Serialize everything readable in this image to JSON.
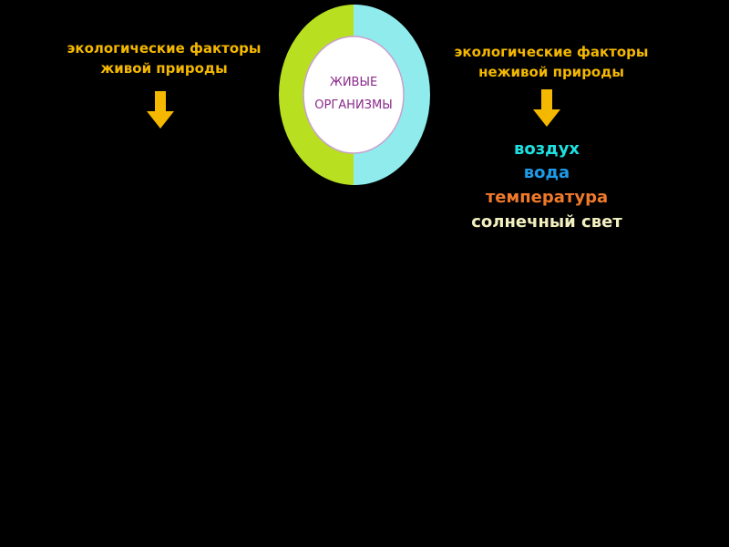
{
  "left": {
    "title_line1": "экологические факторы",
    "title_line2": "живой природы"
  },
  "right": {
    "title_line1": "экологические факторы",
    "title_line2": "неживой природы",
    "items": [
      {
        "text": "воздух",
        "color": "#1ee0e0"
      },
      {
        "text": "вода",
        "color": "#1e9be8"
      },
      {
        "text": "температура",
        "color": "#f07a2a"
      },
      {
        "text": "солнечный свет",
        "color": "#f3f0c0"
      }
    ]
  },
  "center": {
    "line1": "ЖИВЫЕ",
    "line2": "ОРГАНИЗМЫ",
    "left_color": "#b8e020",
    "right_color": "#90ecec",
    "text_color": "#8a2a8a"
  },
  "arrow_color": "#f5b800"
}
